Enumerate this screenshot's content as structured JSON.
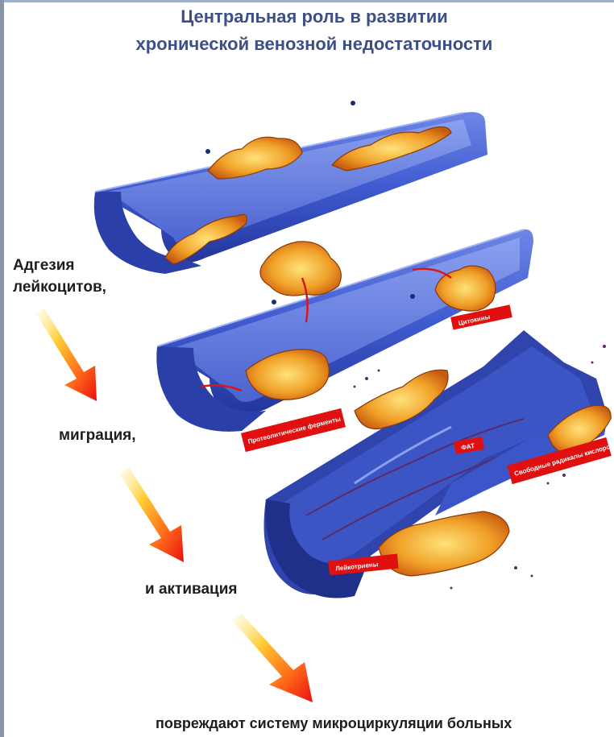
{
  "header": {
    "title_line1": "Центральная роль в развитии",
    "title_line2": "хронической венозной недостаточности"
  },
  "steps": [
    "Адгезия",
    "лейкоцитов,",
    "миграция,",
    "и активация",
    "повреждают систему микроциркуляции больных"
  ],
  "tags": {
    "cytokines": "Цитокины",
    "proteolytic_enzymes": "Протеолитические ферменты",
    "paf": "ФАТ",
    "free_radicals": "Свободные радикалы кислорода",
    "leukotrienes": "Лейкотриены"
  },
  "colors": {
    "title": "#3d4f86",
    "vessel": "#3f5bd0",
    "cell": "#f0a028",
    "tag": "#e01010"
  }
}
